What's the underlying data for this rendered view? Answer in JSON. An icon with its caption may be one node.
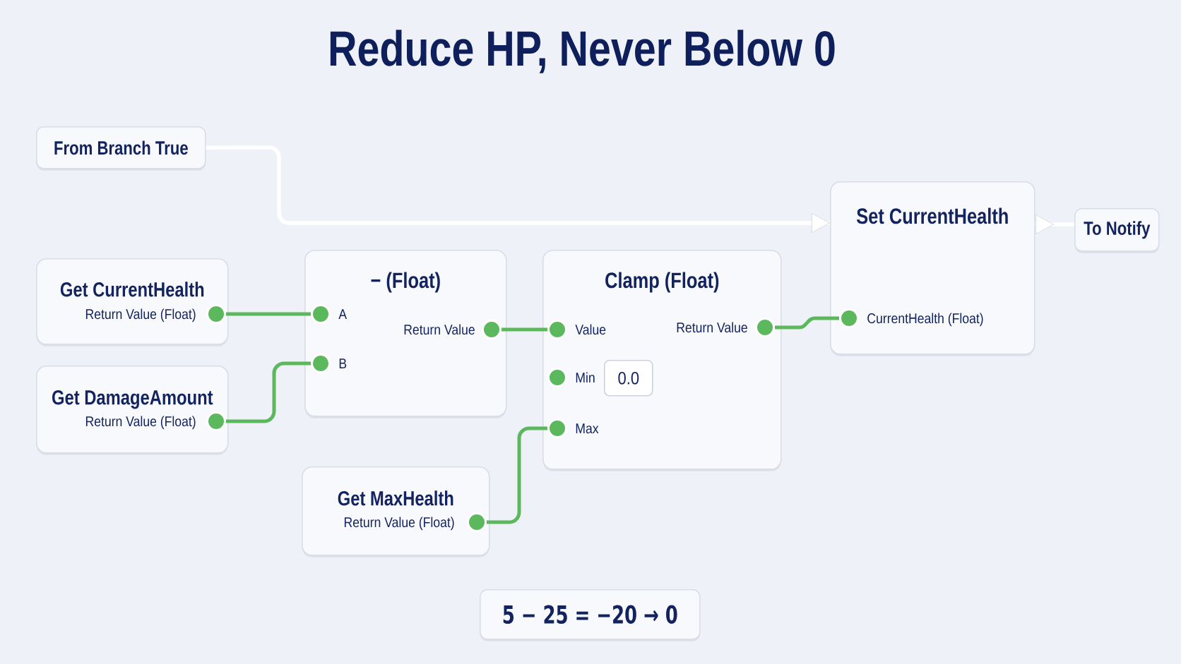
{
  "diagram": {
    "title": "Reduce HP, Never Below 0",
    "nodes": [
      {
        "text": [
          "From Branch True"
        ]
      },
      {
        "text": [
          "Set CurrentHealth"
        ]
      },
      {
        "text": [],
        "shape": "circle",
        "beside": [
          "CurrentHealth (Float)"
        ],
        "in": 1
      },
      {
        "text": [
          "To Notify"
        ]
      },
      {
        "text": [
          "Get CurrentHealth"
        ]
      },
      {
        "text": [],
        "shape": "circle",
        "beside": [
          "Return Value (Float)"
        ],
        "in": 4
      },
      {
        "text": [
          "− (Float)"
        ]
      },
      {
        "text": [],
        "shape": "circle",
        "beside": [
          "A"
        ],
        "in": 6
      },
      {
        "text": [],
        "shape": "circle",
        "beside": [
          "Return Value"
        ],
        "in": 6
      },
      {
        "text": [],
        "shape": "circle",
        "beside": [
          "B"
        ],
        "in": 6
      },
      {
        "text": [
          "Clamp (Float)"
        ]
      },
      {
        "text": [],
        "shape": "circle",
        "beside": [
          "Value"
        ],
        "in": 10
      },
      {
        "text": [],
        "shape": "circle",
        "beside": [
          "Return Value"
        ],
        "in": 10
      },
      {
        "text": [],
        "shape": "circle",
        "beside": [
          "Min"
        ],
        "in": 10
      },
      {
        "text": [
          "0.0"
        ],
        "in": 10
      },
      {
        "text": [],
        "shape": "circle",
        "beside": [
          "Max"
        ],
        "in": 10
      },
      {
        "text": [
          "Get DamageAmount"
        ]
      },
      {
        "text": [],
        "shape": "circle",
        "beside": [
          "Return Value (Float)"
        ],
        "in": 16
      },
      {
        "text": [
          "Get MaxHealth"
        ]
      },
      {
        "text": [],
        "shape": "circle",
        "beside": [
          "Return Value (Float)"
        ],
        "in": 18
      },
      {
        "text": [
          "5 − 25 = −20 → 0"
        ]
      }
    ],
    "edges": [
      {
        "from": 0,
        "to": 1,
        "arrow": "to",
        "color": "#ffffff"
      },
      {
        "from": 1,
        "to": 3,
        "arrow": "to",
        "color": "#ffffff"
      },
      {
        "from": 5,
        "to": 7,
        "arrow": "none"
      },
      {
        "from": 17,
        "to": 9,
        "arrow": "none"
      },
      {
        "from": 8,
        "to": 11,
        "arrow": "none"
      },
      {
        "from": 19,
        "to": 15,
        "arrow": "none"
      },
      {
        "from": 12,
        "to": 2,
        "arrow": "none"
      }
    ]
  }
}
